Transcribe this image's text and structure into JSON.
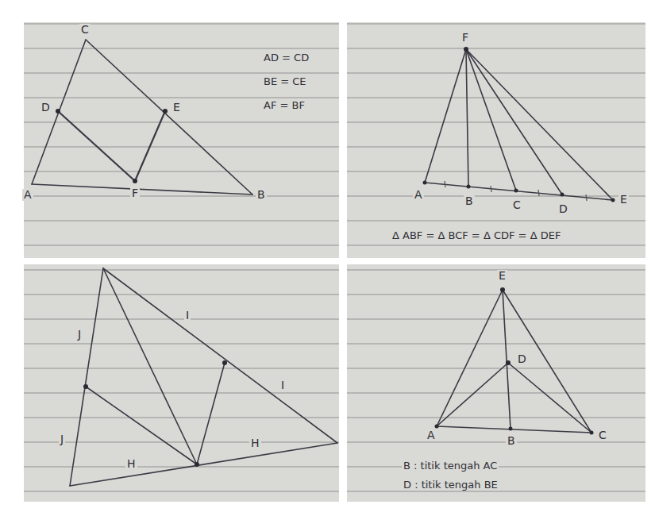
{
  "diagram": {
    "labels": [
      "C",
      "D",
      "E",
      "A",
      "F",
      "B",
      "AD = CD",
      "BE = CE",
      "AF = BF",
      "F",
      "A",
      "B",
      "C",
      "D",
      "E",
      "Δ ABF = Δ BCF = Δ CDF = Δ DEF",
      "J",
      "J",
      "I",
      "I",
      "H",
      "H",
      "E",
      "D",
      "A",
      "B",
      "C",
      "B : titik tengah AC",
      "D : titik tengah BE"
    ]
  }
}
